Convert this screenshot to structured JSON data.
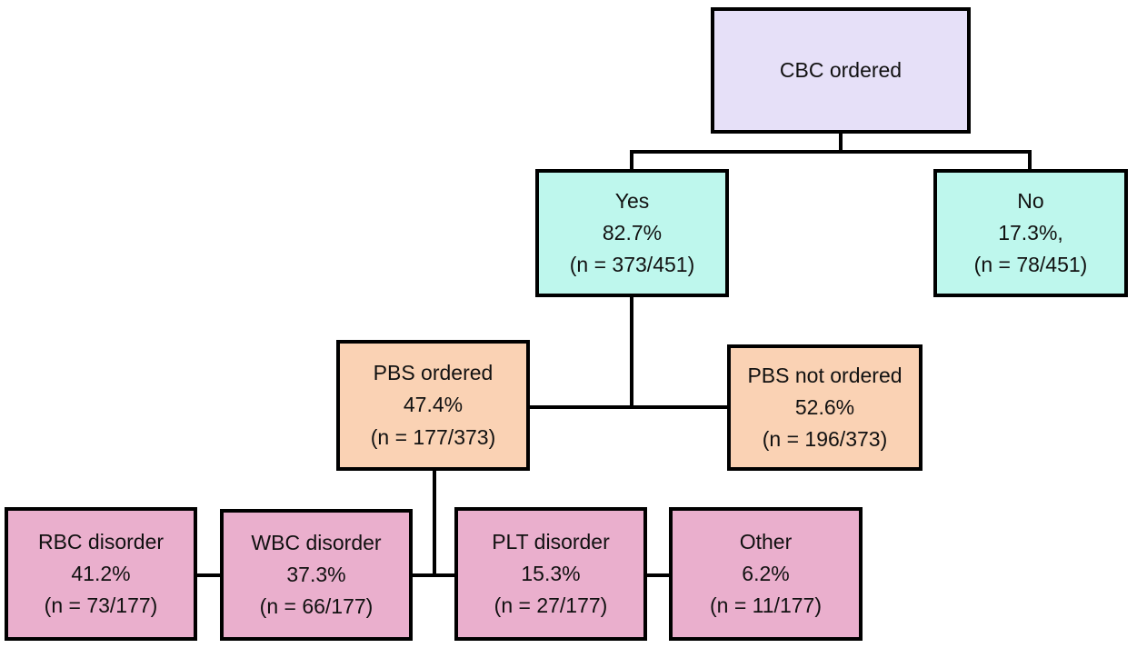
{
  "diagram": {
    "title": "CBC ordered flowchart",
    "type": "flowchart",
    "total_patients": 451,
    "colors": {
      "root_fill": "#e6e0f8",
      "level1_fill": "#bef7ed",
      "level2_fill": "#fad2b4",
      "level3_fill": "#eaafcd",
      "stroke": "#000000",
      "background": "#ffffff"
    }
  },
  "nodes": {
    "root": {
      "label": "CBC ordered",
      "percent": "",
      "count": ""
    },
    "yes": {
      "label": "Yes",
      "percent": "82.7%",
      "count": "(n = 373/451)"
    },
    "no": {
      "label": "No",
      "percent": "17.3%,",
      "count": "(n = 78/451)"
    },
    "pbs_ordered": {
      "label": "PBS ordered",
      "percent": "47.4%",
      "count": "(n = 177/373)"
    },
    "pbs_not_ordered": {
      "label": "PBS not ordered",
      "percent": "52.6%",
      "count": "(n = 196/373)"
    },
    "rbc": {
      "label": "RBC disorder",
      "percent": "41.2%",
      "count": "(n = 73/177)"
    },
    "wbc": {
      "label": "WBC disorder",
      "percent": "37.3%",
      "count": "(n = 66/177)"
    },
    "plt": {
      "label": "PLT disorder",
      "percent": "15.3%",
      "count": "(n = 27/177)"
    },
    "other": {
      "label": "Other",
      "percent": "6.2%",
      "count": "(n = 11/177)"
    }
  },
  "chart_data": {
    "type": "tree",
    "title": "CBC ordered",
    "levels": [
      {
        "parent": "CBC ordered",
        "denominator": 451,
        "children": [
          {
            "label": "Yes",
            "percent": 82.7,
            "numerator": 373,
            "denominator": 451
          },
          {
            "label": "No",
            "percent": 17.3,
            "numerator": 78,
            "denominator": 451
          }
        ]
      },
      {
        "parent": "Yes",
        "denominator": 373,
        "children": [
          {
            "label": "PBS ordered",
            "percent": 47.4,
            "numerator": 177,
            "denominator": 373
          },
          {
            "label": "PBS not ordered",
            "percent": 52.6,
            "numerator": 196,
            "denominator": 373
          }
        ]
      },
      {
        "parent": "PBS ordered",
        "denominator": 177,
        "children": [
          {
            "label": "RBC disorder",
            "percent": 41.2,
            "numerator": 73,
            "denominator": 177
          },
          {
            "label": "WBC disorder",
            "percent": 37.3,
            "numerator": 66,
            "denominator": 177
          },
          {
            "label": "PLT disorder",
            "percent": 15.3,
            "numerator": 27,
            "denominator": 177
          },
          {
            "label": "Other",
            "percent": 6.2,
            "numerator": 11,
            "denominator": 177
          }
        ]
      }
    ]
  }
}
